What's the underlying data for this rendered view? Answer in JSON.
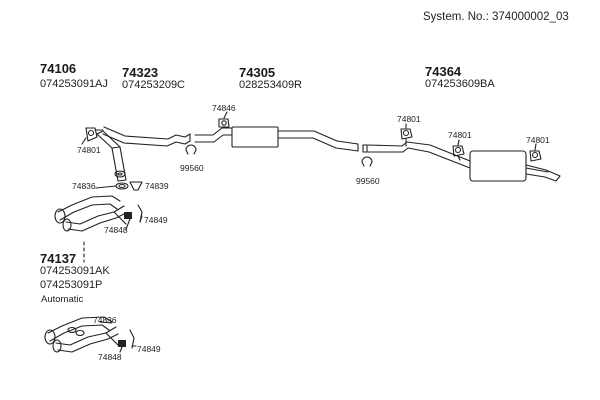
{
  "system": {
    "label": "System. No.: 374000002_03"
  },
  "groups": {
    "g1": {
      "part": "74106",
      "refs": [
        "074253091AJ"
      ]
    },
    "g2": {
      "part": "74323",
      "refs": [
        "074253209C"
      ]
    },
    "g3": {
      "part": "74305",
      "refs": [
        "028253409R"
      ]
    },
    "g4": {
      "part": "74364",
      "refs": [
        "074253609BA"
      ]
    },
    "g5": {
      "part": "74137",
      "refs": [
        "074253091AK",
        "074253091P"
      ],
      "note": "Automatic"
    }
  },
  "callouts": {
    "c74801a": "74801",
    "c74846": "74846",
    "c99560a": "99560",
    "c74801b": "74801",
    "c74801c": "74801",
    "c74801d": "74801",
    "c99560b": "99560",
    "c74836a": "74836",
    "c74839": "74839",
    "c74849a": "74849",
    "c74848a": "74848",
    "c74836b": "74836",
    "c74848b": "74848",
    "c74849b": "74849"
  }
}
